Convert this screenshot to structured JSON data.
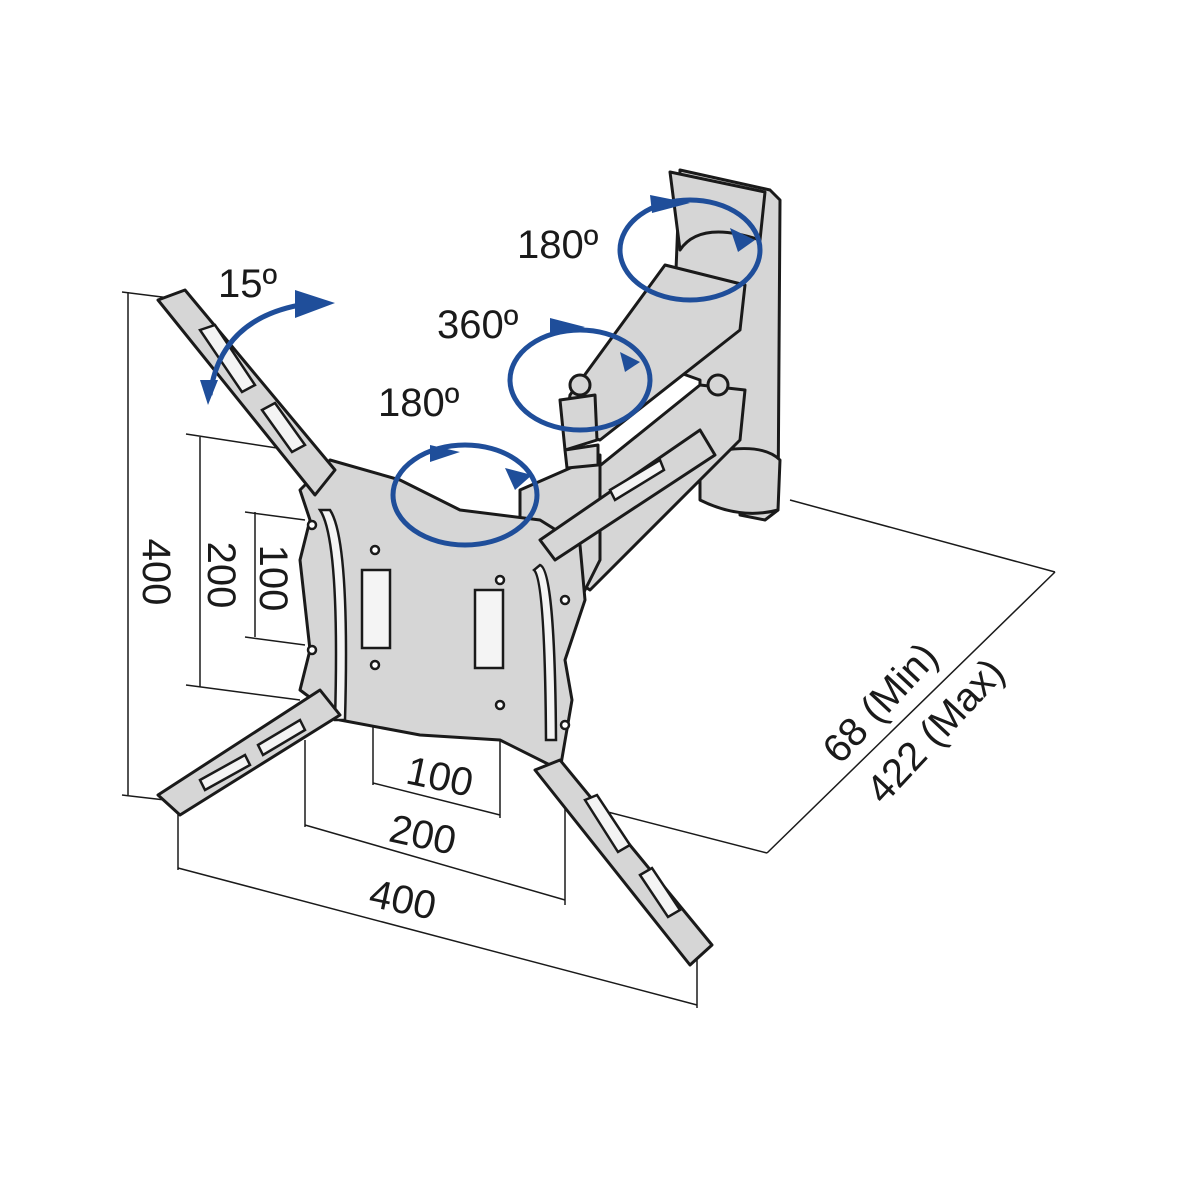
{
  "title": "TV wall mount dimensions diagram",
  "colors": {
    "arrow": "#1f4e9a",
    "metal": "#d6d6d6",
    "line": "#1a1a1a"
  },
  "rotations": {
    "tilt": "15º",
    "wall_swivel": "180º",
    "arm_swivel": "360º",
    "head_swivel": "180º"
  },
  "dimensions": {
    "vesa_height_max": "400",
    "vesa_height_mid": "200",
    "vesa_height_min": "100",
    "vesa_width_min": "100",
    "vesa_width_mid": "200",
    "vesa_width_max": "400",
    "depth_min": "68 (Min)",
    "depth_max": "422 (Max)"
  }
}
